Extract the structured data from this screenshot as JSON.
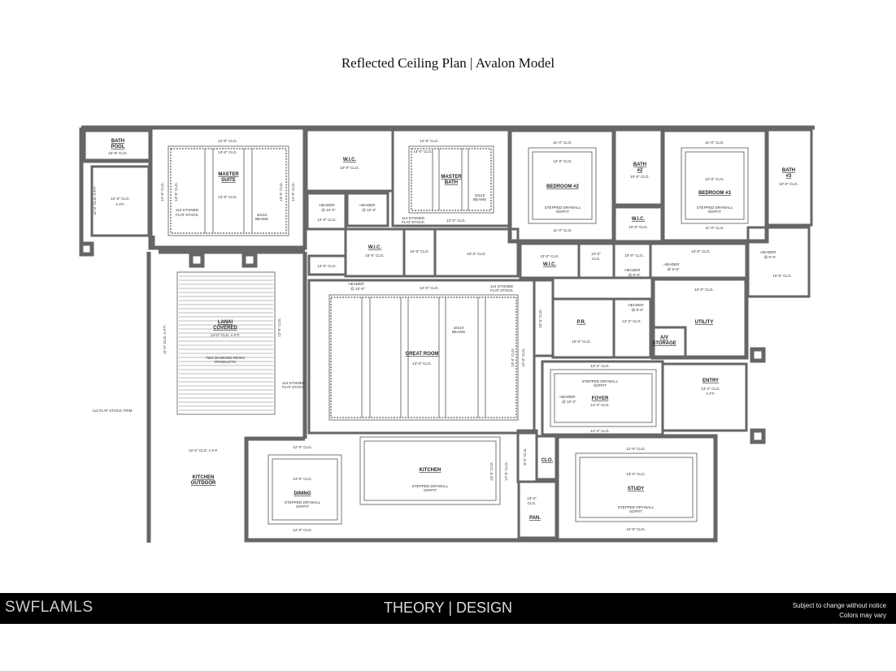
{
  "title": "Reflected Ceiling Plan | Avalon Model",
  "footer": {
    "mls_logo": "SWFLAMLS",
    "brand": "THEORY | DESIGN",
    "note_line1": "Subject to change without notice",
    "note_line2": "Colors may vary"
  },
  "rooms": {
    "bath_pool": {
      "name1": "BATH",
      "name2": "POOL",
      "clg": "10'-6\" CLG."
    },
    "pool_shower": {
      "clg": "12'-0\" CLG.",
      "aff": "A.F.F.",
      "side": "11'-0\" CLG. A.F.F."
    },
    "master_suite": {
      "name1": "MASTER",
      "name2": "SUITE",
      "clg": "12'-0\" CLG.",
      "tray": "13'-0\" CLG.",
      "mid": "13'-0\" CLG.",
      "side": "12'-0\" CLG.",
      "side_inner": "13'-0\" CLG.",
      "note1a": "1x4 STAINED",
      "note1b": "FLAT STOCK",
      "note2a": "10x10",
      "note2b": "BEAMS"
    },
    "wic_master": {
      "name": "W.I.C.",
      "clg": "10'-0\" CLG."
    },
    "header_hall_1": {
      "h1": "HEADER",
      "h2": "@ 10'-0\"",
      "clg": "12'-0\" CLG."
    },
    "header_hall_2": {
      "h1": "HEADER",
      "h2": "@ 10'-0\""
    },
    "hall_small": {
      "clg": "12'-0\" CLG."
    },
    "wic_2": {
      "name": "W.I.C.",
      "clg": "10'-0\" CLG."
    },
    "wc": {
      "clg": "10'-0\" CLG."
    },
    "shower": {
      "clg": "10'-0\" CLG."
    },
    "master_bath": {
      "name1": "MASTER",
      "name2": "BATH",
      "clg": "12'-0\" CLG.",
      "tray": "13'-0\" CLG.",
      "bottom": "12'-0\" CLG.",
      "note1a": "1x4 STAINED",
      "note1b": "FLAT STOCK",
      "note2a": "10x10",
      "note2b": "BEAMS"
    },
    "bedroom_2": {
      "name": "BEDROOM #2",
      "clg": "11'-0\" CLG.",
      "tray": "12'-0\" CLG.",
      "bottom": "11'-0\" CLG.",
      "soffit1": "STEPPED DRYWALL",
      "soffit2": "SOFFIT"
    },
    "bath_2": {
      "name1": "BATH",
      "name2": "#2",
      "clg": "10'-0\" CLG."
    },
    "wic_3": {
      "name": "W.I.C.",
      "clg": "10'-0\" CLG."
    },
    "bedroom_3": {
      "name": "BEDROOM #3",
      "clg": "11'-0\" CLG.",
      "tray": "12'-0\" CLG.",
      "bottom": "11'-0\" CLG.",
      "soffit1": "STEPPED DRYWALL",
      "soffit2": "SOFFIT"
    },
    "bath_3": {
      "name1": "BATH",
      "name2": "#3",
      "clg": "10'-0\" CLG."
    },
    "wic_4": {
      "name": "W.I.C.",
      "clg": "10'-0\" CLG."
    },
    "linen": {
      "clg1": "10'-0\"",
      "clg2": "CLG."
    },
    "hall_a": {
      "clg": "10'-0\" CLG.",
      "h1": "HEADER",
      "h2": "@ 9'-6\""
    },
    "hall_b": {
      "clg": "10'-0\" CLG.",
      "h1": "HEADER",
      "h2": "@ 9'-6\""
    },
    "hall_c": {
      "clg": "10'-0\" CLG.",
      "h1": "HEADER",
      "h2": "@ 9'-6\""
    },
    "lanai": {
      "name1": "LANAI",
      "name2": "COVERED",
      "clg": "13'-0\" CLG. A.F.F.",
      "mat1": "T&G DIAMOND RESIN",
      "mat2": "PRODUCTS",
      "side": "11'-0\" CLG. A.F.F.",
      "side2": "12'-0\" CLG.",
      "trim": "1x2 FLAT STOCK TRIM"
    },
    "kitchen_outdoor": {
      "name1": "KITCHEN",
      "name2": "OUTDOOR",
      "clg": "12'-0\" CLG. A.F.F."
    },
    "great_room": {
      "name": "GREAT ROOM",
      "clg": "13'-0\" CLG.",
      "top": "12'-0\" CLG.",
      "h1": "HEADER",
      "h2": "@ 10'-0\"",
      "note1a": "1x4 STAINED",
      "note1b": "FLAT STOCK",
      "note2a": "10x10",
      "note2b": "BEAMS",
      "note3a": "1x4 STAINED",
      "note3b": "FLAT STOCK",
      "side1": "13'-0\" CLG.",
      "side2": "12'-0\" CLG."
    },
    "gallery": {
      "clg": "10'-0\" CLG."
    },
    "powder": {
      "name": "P.R.",
      "clg": "10'-0\" CLG."
    },
    "hall_d": {
      "clg": "12'-0\" CLG.",
      "h1": "HEADER",
      "h2": "@ 9'-6\""
    },
    "utility": {
      "name": "UTILITY",
      "clg": "10'-0\" CLG."
    },
    "av_storage": {
      "name1": "A/V",
      "name2": "STORAGE"
    },
    "foyer": {
      "name": "FOYER",
      "clg": "14'-4\" CLG.",
      "top": "13'-4\" CLG.",
      "bottom": "13'-4\" CLG.",
      "soffit1": "STEPPED DRYWALL",
      "soffit2": "SOFFIT",
      "h1": "HEADER",
      "h2": "@ 10'-0\""
    },
    "entry": {
      "name": "ENTRY",
      "clg": "13'-4\" CLG.",
      "aff": "A.F.F."
    },
    "dining": {
      "name": "DINING",
      "clg": "13'-0\" CLG.",
      "top": "12'-0\" CLG.",
      "bottom": "12'-0\" CLG.",
      "soffit1": "STEPPED DRYWALL",
      "soffit2": "SOFFIT"
    },
    "kitchen": {
      "name": "KITCHEN",
      "soffit1": "STEPPED DRYWALL",
      "soffit2": "SOFFIT",
      "side1": "13'-0\" CLG.",
      "side2": "12'-0\" CLG."
    },
    "closet": {
      "name": "CLO.",
      "clg": "8'-0\" CLG."
    },
    "pantry": {
      "name": "PAN.",
      "clg1": "10'-0\"",
      "clg2": "CLG."
    },
    "study": {
      "name": "STUDY",
      "clg": "13'-0\" CLG.",
      "top": "12'-0\" CLG.",
      "bottom": "12'-0\" CLG.",
      "soffit1": "STEPPED DRYWALL",
      "soffit2": "SOFFIT"
    }
  }
}
